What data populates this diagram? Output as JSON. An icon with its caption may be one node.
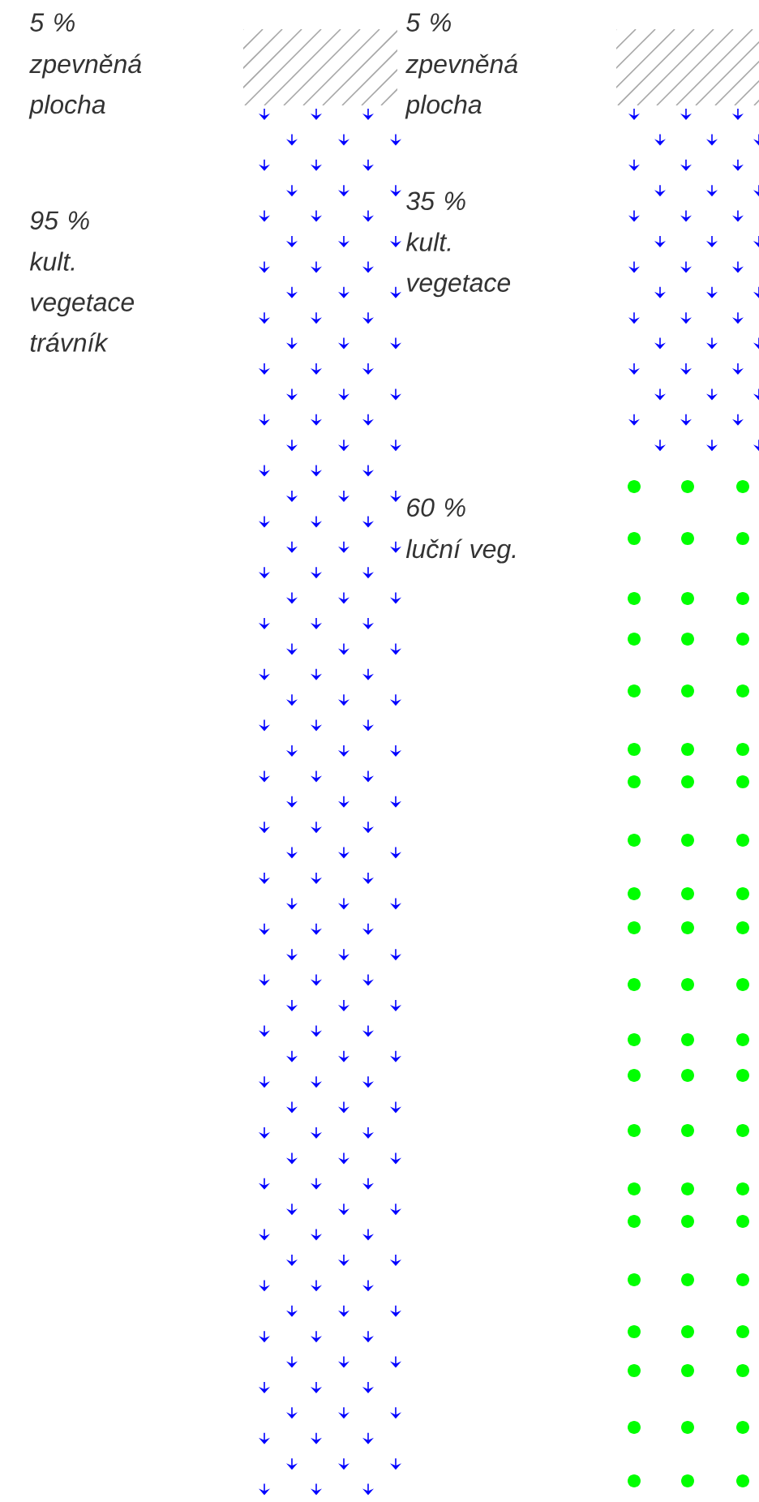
{
  "diagram": {
    "labels": [
      "5 %",
      "zpevněná plocha",
      "5 %",
      "zpevněná plocha",
      "35 %",
      "kult. vegetace",
      "95 %",
      "kult. vegetace trávník",
      "60 %",
      "luční veg."
    ]
  }
}
